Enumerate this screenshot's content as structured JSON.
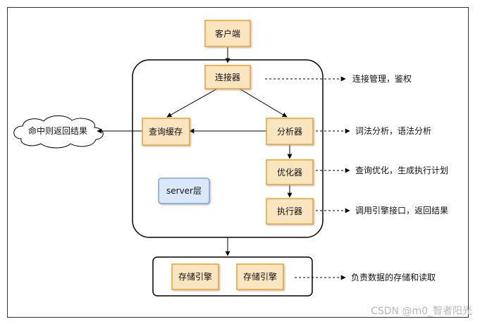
{
  "diagram": {
    "client": "客户端",
    "connector": "连接器",
    "query_cache": "查询缓存",
    "analyzer": "分析器",
    "optimizer": "优化器",
    "executor": "执行器",
    "server_layer": "server层",
    "cache_hit": "命中则返回结果",
    "storage_engine_1": "存储引擎",
    "storage_engine_2": "存储引擎",
    "notes": {
      "connector": "连接管理，鉴权",
      "analyzer": "词法分析，语法分析",
      "optimizer": "查询优化，生成执行计划",
      "executor": "调用引擎接口，返回结果",
      "storage": "负责数据的存储和读取"
    }
  },
  "colors": {
    "node_fill": "#fbe5c1",
    "node_stroke": "#f0a020",
    "server_fill": "#dae8fc",
    "server_stroke": "#7ea6d8"
  },
  "watermark": "CSDN @m0_智者阳光"
}
